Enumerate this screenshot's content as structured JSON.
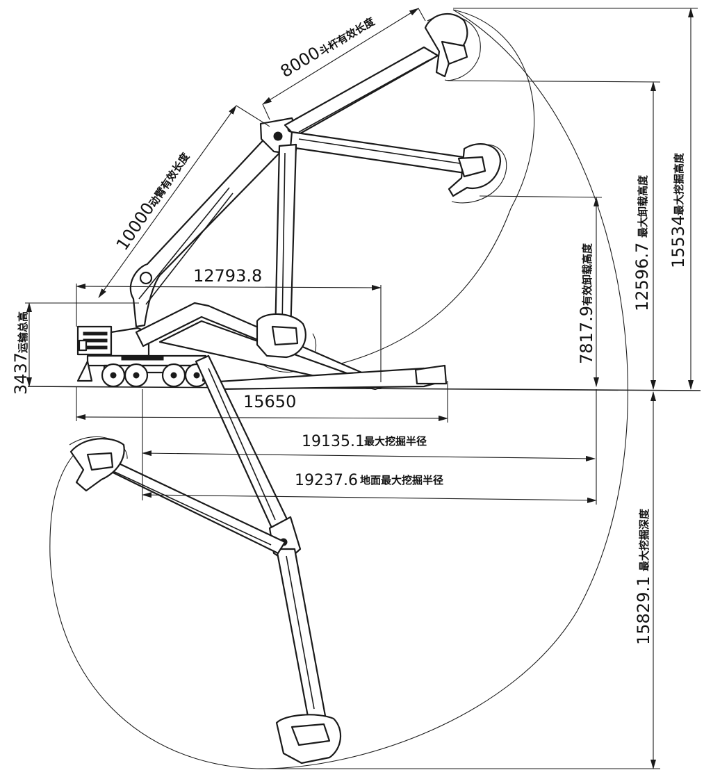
{
  "dimensions": {
    "stick_length": {
      "value": "8000",
      "label": "斗杆有效长度"
    },
    "boom_length": {
      "value": "10000",
      "label": "动臂有效长度"
    },
    "reach_top": {
      "value": "12793.8"
    },
    "transport_height": {
      "value": "3437",
      "label": "运输总高"
    },
    "transport_length": {
      "value": "15650"
    },
    "max_dig_radius": {
      "value": "19135.1",
      "label": "最大挖掘半径"
    },
    "ground_dig_radius": {
      "value": "19237.6",
      "label": "地面最大挖掘半径"
    },
    "max_dig_height": {
      "value": "15534",
      "label": "最大挖掘高度"
    },
    "max_dump_height": {
      "value": "12596.7",
      "label": "最大卸载高度"
    },
    "effective_dump_height": {
      "value": "7817.9",
      "label": "有效卸载高度"
    },
    "max_dig_depth": {
      "value": "15829.1",
      "label": "最大挖掘深度"
    }
  }
}
